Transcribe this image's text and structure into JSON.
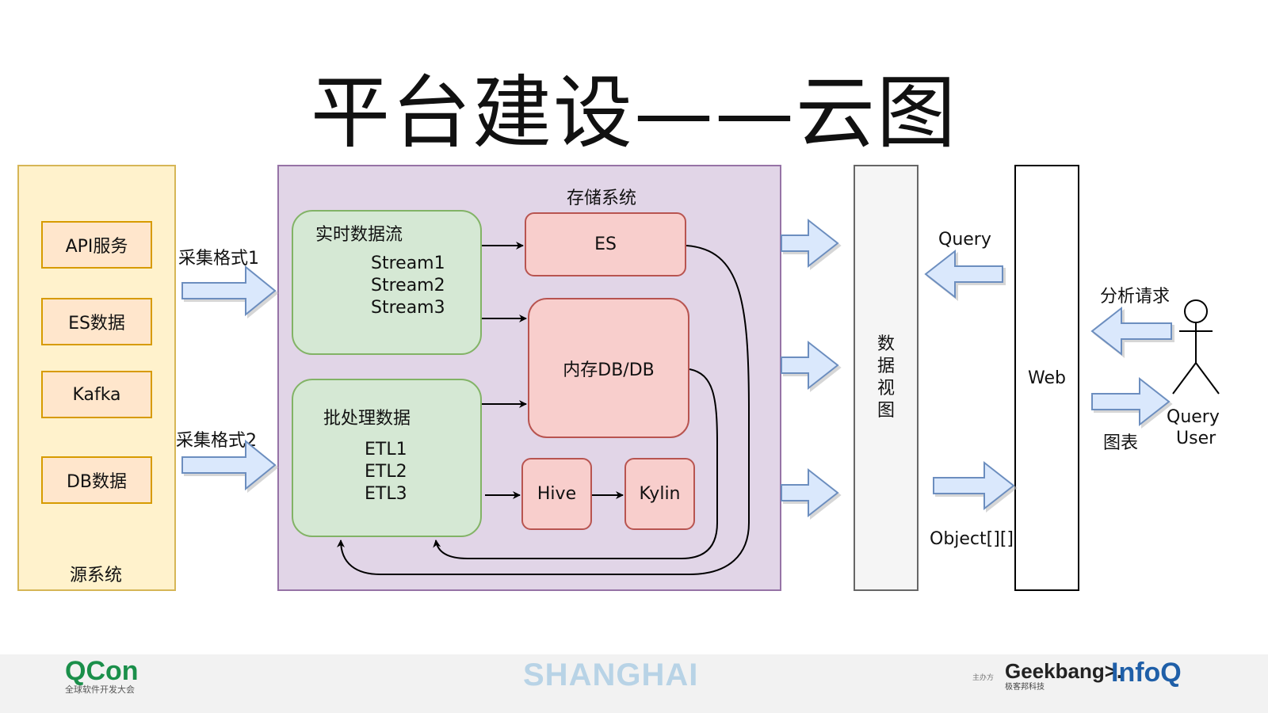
{
  "title": "平台建设——云图",
  "source": {
    "caption": "源系统",
    "items": [
      "API服务",
      "ES数据",
      "Kafka",
      "DB数据"
    ]
  },
  "collect": {
    "format1": "采集格式1",
    "format2": "采集格式2"
  },
  "storage": {
    "caption": "存储系统",
    "realtime": {
      "title": "实时数据流",
      "lines": [
        "Stream1",
        "Stream2",
        "Stream3"
      ]
    },
    "batch": {
      "title": "批处理数据",
      "lines": [
        "ETL1",
        "ETL2",
        "ETL3"
      ]
    },
    "es": "ES",
    "memdb": "内存DB/DB",
    "hive": "Hive",
    "kylin": "Kylin"
  },
  "data_view": {
    "chars": [
      "数",
      "据",
      "视",
      "图"
    ]
  },
  "web": "Web",
  "query_label": "Query",
  "object_label": "Object[][]",
  "user": {
    "analysis_request": "分析请求",
    "charts": "图表",
    "query_line": "Query",
    "user_line": "User"
  },
  "footer": {
    "qcon": "QCon",
    "qcon_sub": "全球软件开发大会",
    "city": "SHANGHAI",
    "organizer": "主办方",
    "geekbang": "Geekbang>.",
    "geekbang_sub": "极客邦科技",
    "infoq": "InfoQ"
  },
  "colors": {
    "source_fill": "#fff2cc",
    "source_item_fill": "#ffe6cc",
    "storage_fill": "#e1d5e7",
    "green_fill": "#d5e8d4",
    "red_fill": "#f8cecc",
    "arrow_fill": "#dae8fc",
    "arrow_stroke": "#6c8ebf"
  }
}
